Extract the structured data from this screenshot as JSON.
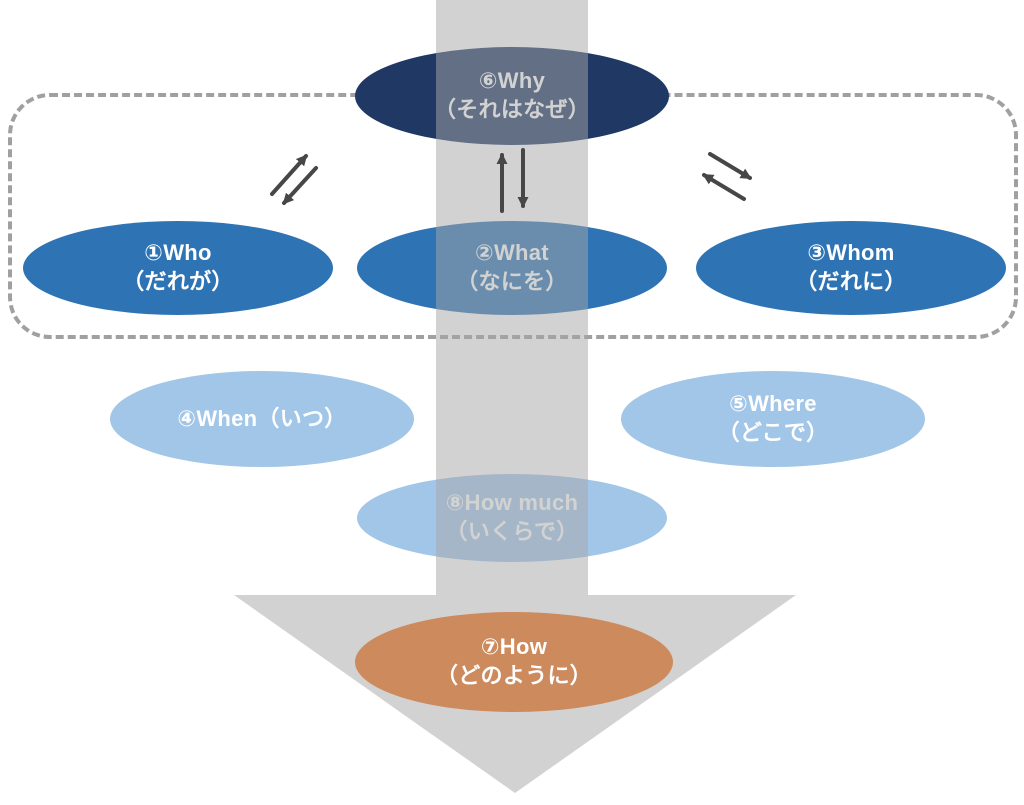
{
  "diagram": {
    "description": "6W2H framework flow diagram with downward arrow",
    "nodes": {
      "why": {
        "number": "⑥",
        "line1": "⑥Why",
        "line2": "（それはなぜ）"
      },
      "who": {
        "number": "①",
        "line1": "①Who",
        "line2": "（だれが）"
      },
      "what": {
        "number": "②",
        "line1": "②What",
        "line2": "（なにを）"
      },
      "whom": {
        "number": "③",
        "line1": "③Whom",
        "line2": "（だれに）"
      },
      "when": {
        "number": "④",
        "line1": "④When（いつ）",
        "line2": ""
      },
      "where": {
        "number": "⑤",
        "line1": "⑤Where",
        "line2": "（どこで）"
      },
      "how_much": {
        "number": "⑧",
        "line1": "⑧How much",
        "line2": "（いくらで）"
      },
      "how": {
        "number": "⑦",
        "line1": "⑦How",
        "line2": "（どのように）"
      }
    },
    "connectors": {
      "left": "bidirectional-diagonal-arrows",
      "center": "bidirectional-vertical-arrows",
      "right": "bidirectional-diagonal-arrows"
    }
  },
  "colors": {
    "navy": "#1f3864",
    "blue": "#2e74b5",
    "light_blue": "#a2c6e8",
    "orange": "#cc8a5d",
    "arrow_gray": "#a6a6a6",
    "connector": "#474747",
    "dashed_border": "#a0a0a0"
  }
}
